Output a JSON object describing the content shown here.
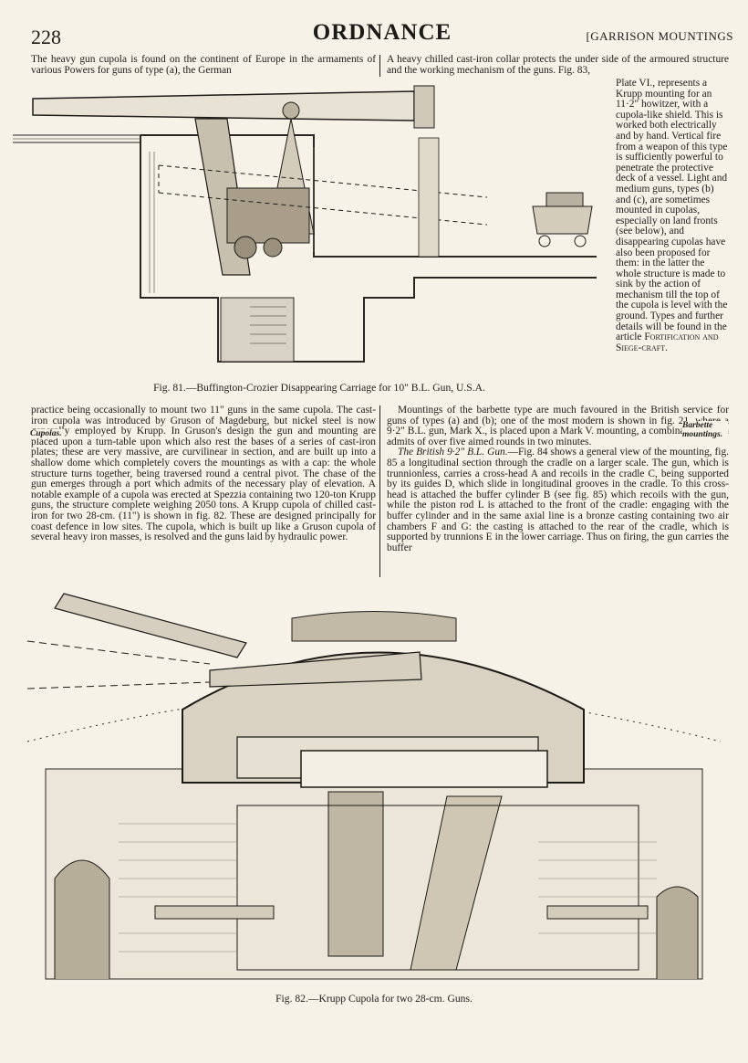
{
  "header": {
    "page_number": "228",
    "title": "ORDNANCE",
    "section": "[GARRISON MOUNTINGS"
  },
  "top_left_text": "The heavy gun cupola is found on the continent of Europe in the armaments of various Powers for guns of type (a), the German",
  "top_right_text": "A heavy chilled cast-iron collar protects the under side of the armoured structure and the working mechanism of the guns. Fig. 83,",
  "side_column_text": "Plate VI., represents a Krupp mounting for an 11·2\" howitzer, with a cupola-like shield. This is worked both electrically and by hand. Vertical fire from a weapon of this type is sufficiently powerful to penetrate the protective deck of a vessel. Light and medium guns, types (b) and (c), are sometimes mounted in cupolas, especially on land fronts (see below), and disappearing cupolas have also been proposed for them: in the latter the whole structure is made to sink by the action of mechanism till the top of the cupola is level with the ground. Types and further details will be found in the article",
  "side_column_ref": "Fortification and Siege-craft.",
  "fig81_caption": "Fig. 81.—Buffington-Crozier Disappearing Carriage for 10\" B.L. Gun, U.S.A.",
  "left_column": {
    "para1": "practice being occasionally to mount two 11\" guns in the same cupola. The cast-iron cupola was introduced by Gruson of Magdeburg, but nickel steel is now generally employed by Krupp. In Gruson's design the gun and mounting are placed upon a turn-table upon which also rest the bases of a series of cast-iron plates; these are very massive, are curvilinear in section, and are built up into a shallow dome which completely covers the mountings as with a cap: the whole structure turns together, being traversed round a central pivot. The chase of the gun emerges through a port which admits of the necessary play of elevation. A notable example of a cupola was erected at Spezzia containing two 120-ton Krupp guns, the structure complete weighing 2050 tons. A Krupp cupola of chilled cast-iron for two 28-cm. (11\") is shown in fig. 82. These are designed principally for coast defence in low sites. The cupola, which is built up like a Gruson cupola of several heavy iron masses, is resolved and the guns laid by hydraulic power.",
    "margin_note": "Cupolas."
  },
  "right_column": {
    "para1": "Mountings of the barbette type are much favoured in the British service for guns of types (a) and (b); one of the most modern is shown in fig. 21, where a 9·2\" B.L. gun, Mark X., is placed upon a Mark V. mounting, a combination which admits of over five aimed rounds in two minutes.",
    "para2_italic": "The British 9·2\" B.L. Gun.",
    "para2": "—Fig. 84 shows a general view of the mounting, fig. 85 a longitudinal section through the cradle on a larger scale. The gun, which is trunnionless, carries a cross-head A and recoils in the cradle C, being supported by its guides D, which slide in longitudinal grooves in the cradle. To this cross-head is attached the buffer cylinder B (see fig. 85) which recoils with the gun, while the piston rod L is attached to the front of the cradle: engaging with the buffer cylinder and in the same axial line is a bronze casting containing two air chambers F and G: the casting is attached to the rear of the cradle, which is supported by trunnions E in the lower carriage. Thus on firing, the gun carries the buffer",
    "margin_note": "Barbette mountings."
  },
  "fig82_caption": "Fig. 82.—Krupp Cupola for two 28-cm. Guns."
}
